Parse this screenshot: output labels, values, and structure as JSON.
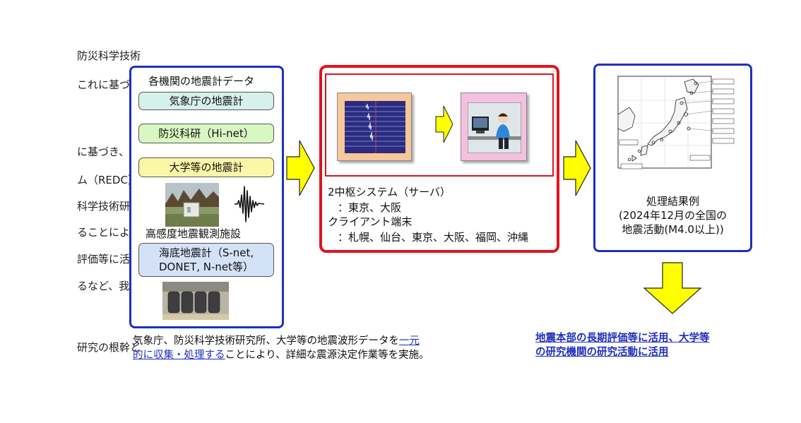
{
  "left_text": [
    "防災科学技術",
    "これに基づく総",
    "",
    "に基づき、平成",
    "ム（REDC）」",
    "科学技術研究",
    "ることにより、",
    "評価等に活用し",
    "るなど、我が国",
    "",
    "研究の根幹と"
  ],
  "source_panel": {
    "title": "各機関の地震計データ",
    "items": [
      "気象庁の地震計",
      "防災科研（Hi-net）",
      "大学等の地震計"
    ],
    "station_label": "高感度地震観測施設",
    "seafloor": "海底地震計（S-net,\nDONET, N-net等）"
  },
  "system_panel": {
    "lines": [
      "2中枢システム（サーバ）",
      "：東京、大阪",
      "クライアント端末",
      "：札幌、仙台、東京、大阪、福岡、沖縄"
    ]
  },
  "result_panel": {
    "lines": [
      "処理結果例",
      "(2024年12月の全国の",
      "地震活動(M4.0以上))"
    ]
  },
  "caption": {
    "part1": "気象庁、防災科学技術研究所、大学等の地震波形データを",
    "link1": "一元",
    "link2": "的に収集・処理する",
    "part2": "ことにより、詳細な震源決定作業等を実施。"
  },
  "usage": {
    "line1": "地震本部の長期評価等に活用、大学等",
    "line2": "の研究機関の研究活動に活用"
  },
  "colors": {
    "panel_blue": "#1f2fbf",
    "panel_red": "#e0131f",
    "arrow_yellow": "#ffff00",
    "pill_teal": "#d6f0ec",
    "pill_green": "#d9f7c2",
    "pill_yellow": "#fbf7a8",
    "pill_blue": "#d4e2f7",
    "server_bg": "#f6c79a",
    "client_bg": "#f5bfe0"
  }
}
